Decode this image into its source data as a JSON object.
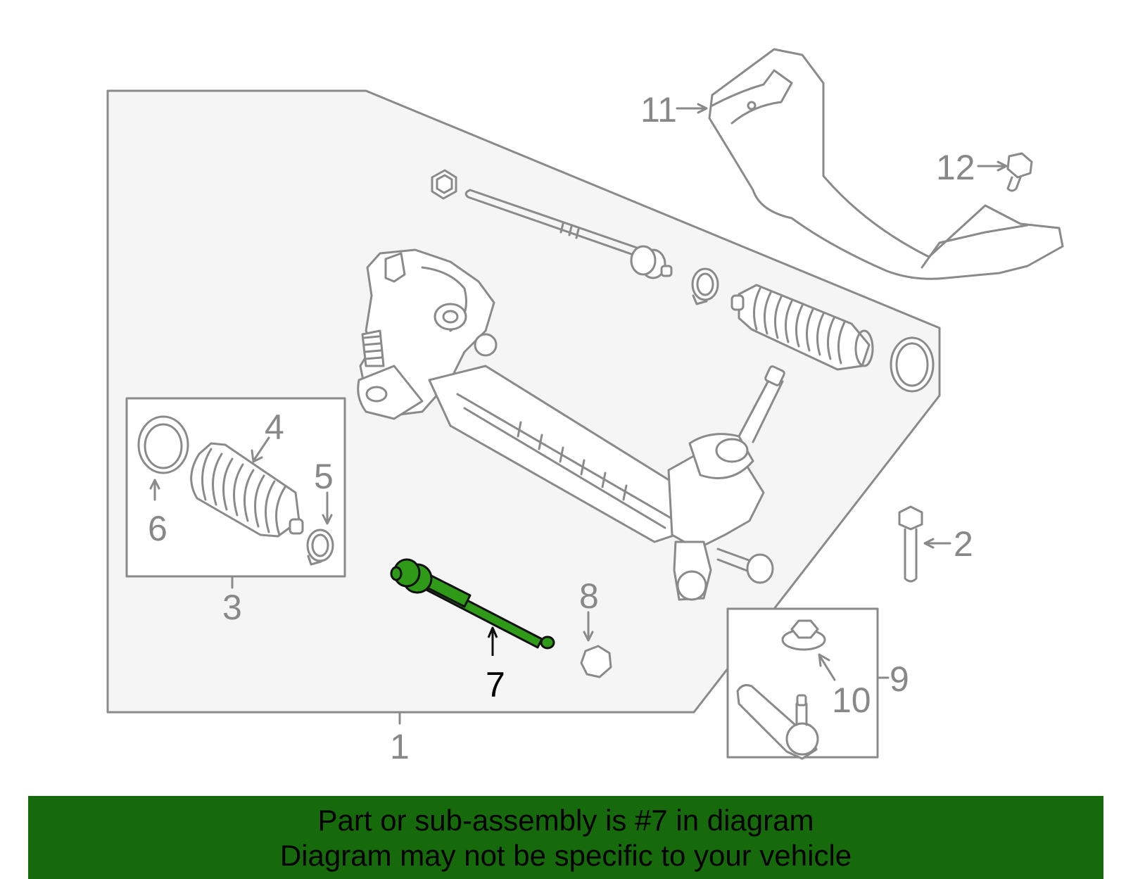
{
  "diagram": {
    "callouts": {
      "c1": "1",
      "c2": "2",
      "c3": "3",
      "c4": "4",
      "c5": "5",
      "c6": "6",
      "c7": "7",
      "c8": "8",
      "c9": "9",
      "c10": "10",
      "c11": "11",
      "c12": "12"
    },
    "highlighted_part": "7",
    "colors": {
      "line": "#8a8a8a",
      "panel_fill": "#f5f5f5",
      "highlight": "#1f8a0f",
      "banner": "#176a0c"
    }
  },
  "banner": {
    "line1": "Part or sub-assembly is #7 in diagram",
    "line2": "Diagram may not be specific to your vehicle"
  }
}
